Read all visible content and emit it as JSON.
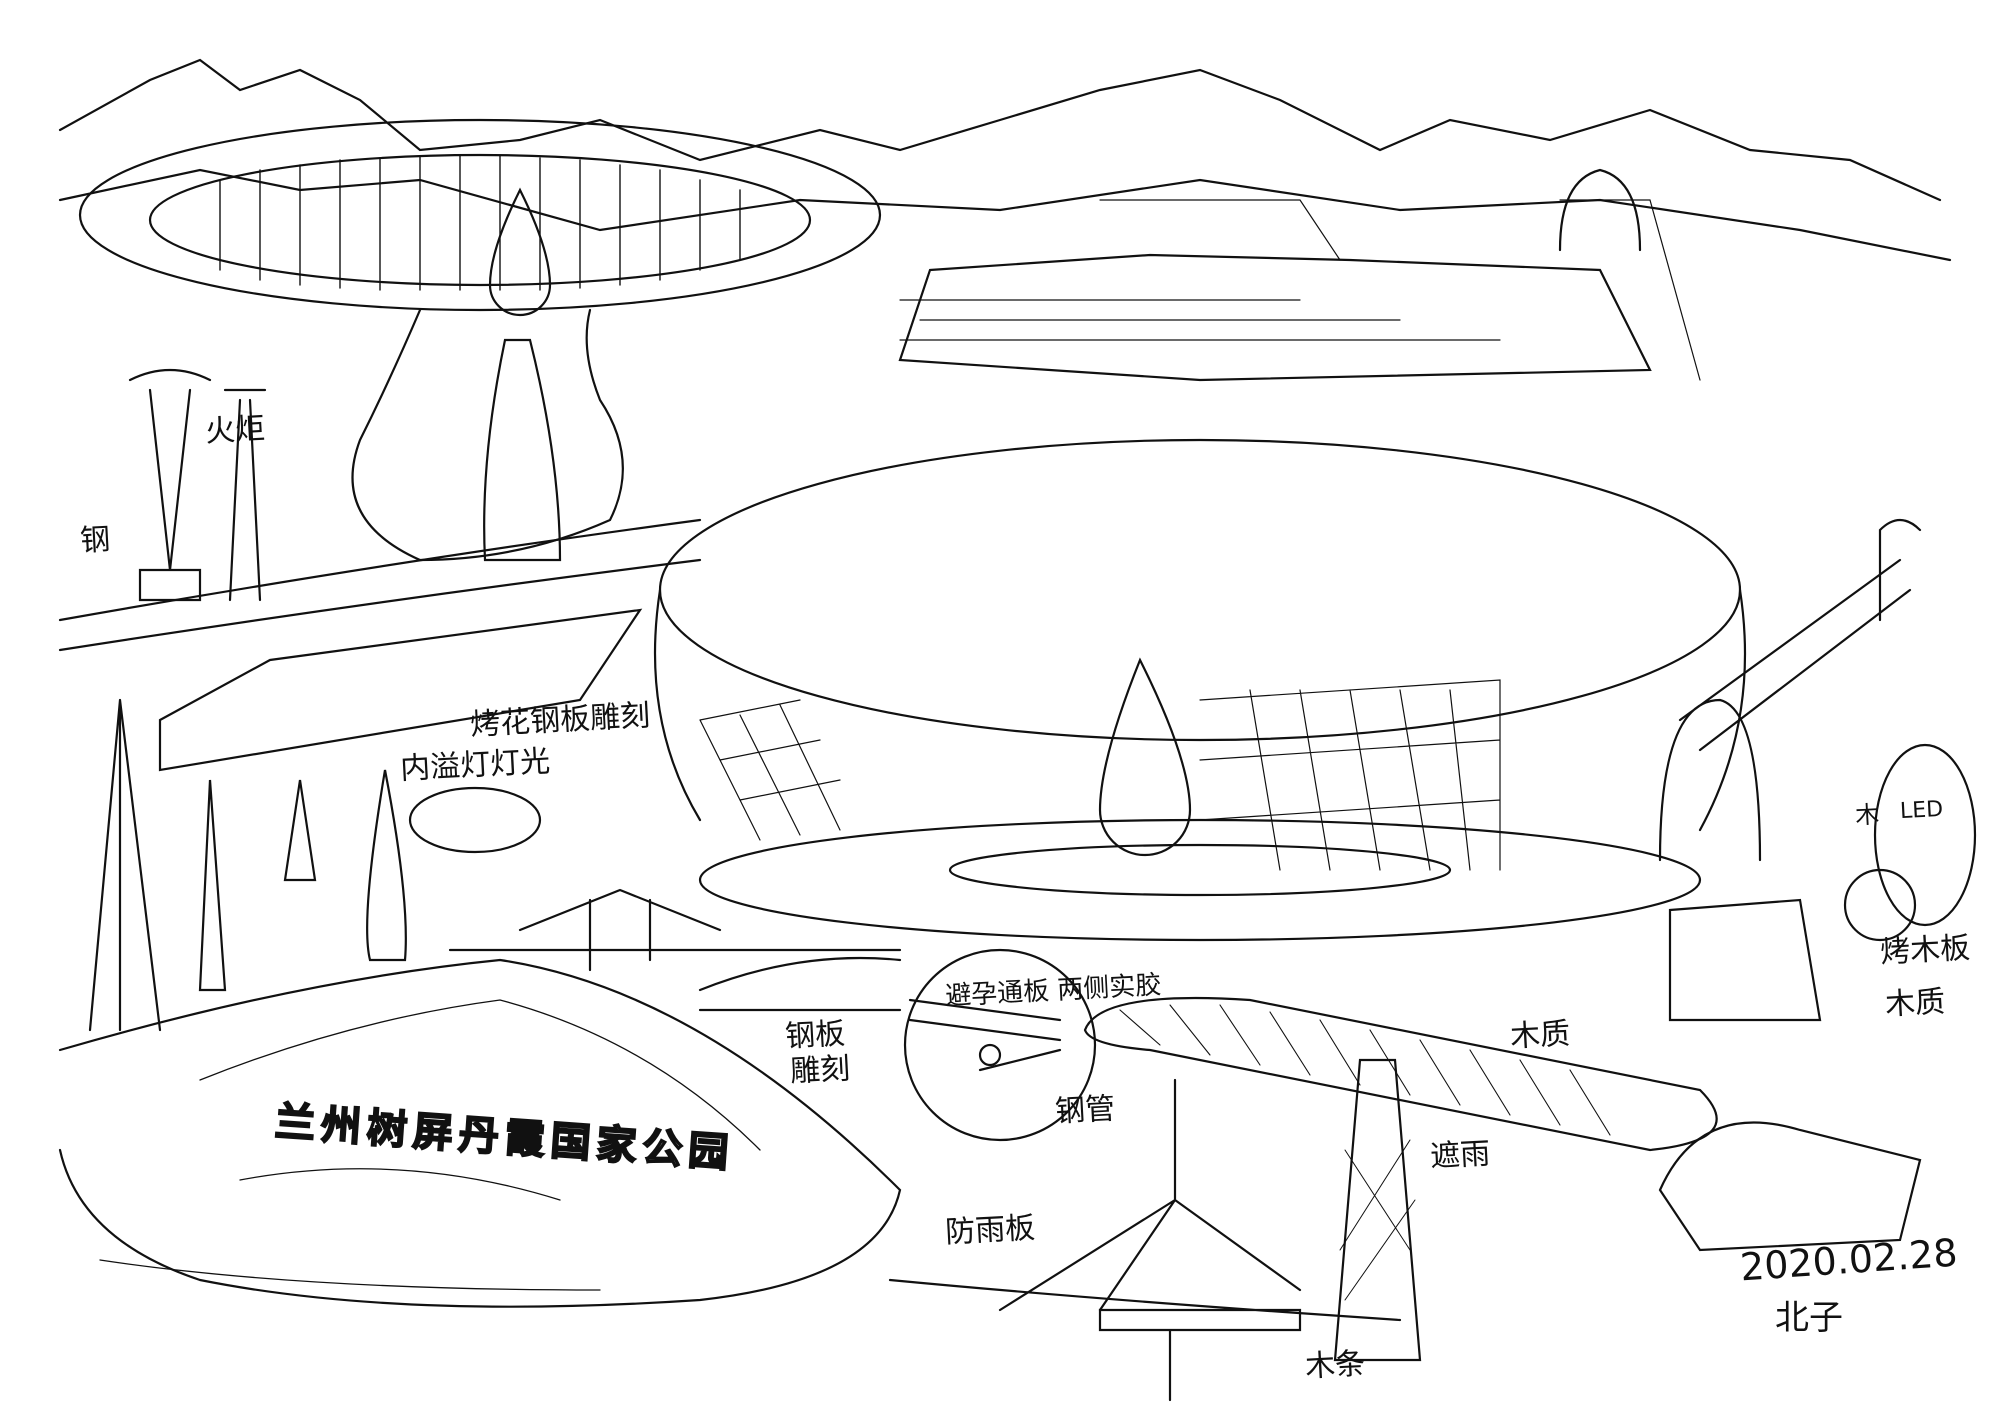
{
  "sketch": {
    "park_sign": "兰州树屏丹霞国家公园",
    "annotations": {
      "torch": "火炬",
      "steel": "钢",
      "carved_steel": "烤花钢板雕刻",
      "inner_light": "内溢灯灯光",
      "steel_plate": "钢板",
      "carving": "雕刻",
      "detail_note": "避孕通板 两侧实胶",
      "steel_pipe": "钢管",
      "wood_top": "木质",
      "rain_shelter": "遮雨",
      "rain_board": "防雨板",
      "wood_strip": "木条",
      "wood_detail": "木",
      "led": "LED",
      "baked_wood": "烤木板",
      "wood_right": "木质"
    },
    "date": "2020.02.28",
    "signature": "北子"
  }
}
